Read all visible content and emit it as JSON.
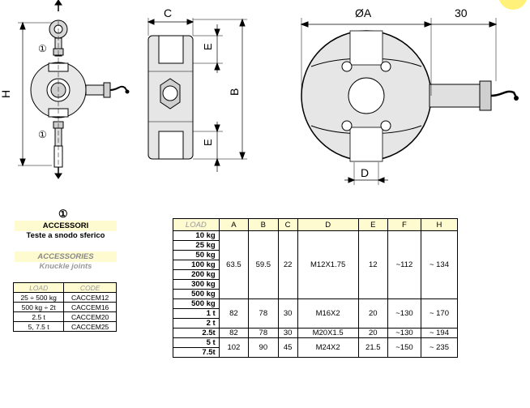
{
  "drawing": {
    "dim_labels": {
      "c": "C",
      "oa": "ØA",
      "thirty": "30",
      "e_top": "E",
      "e_bot": "E",
      "b": "B",
      "h": "H",
      "d": "D"
    },
    "accessory_mark": "①"
  },
  "accessories": {
    "mark": "①",
    "title_it": "ACCESSORI",
    "subtitle_it": "Teste a snodo sferico",
    "title_en": "ACCESSORIES",
    "subtitle_en": "Knuckle joints",
    "headers": {
      "load": "LOAD",
      "code": "CODE"
    },
    "rows": [
      {
        "load": "25 ÷ 500 kg",
        "code": "CACCEM12"
      },
      {
        "load": "500 kg ÷ 2t",
        "code": "CACCEM16"
      },
      {
        "load": "2.5 t",
        "code": "CACCEM20"
      },
      {
        "load": "5, 7.5 t",
        "code": "CACCEM25"
      }
    ]
  },
  "specs": {
    "headers": {
      "load": "LOAD",
      "a": "A",
      "b": "B",
      "c": "C",
      "d": "D",
      "e": "E",
      "f": "F",
      "h": "H"
    },
    "loads": [
      "10 kg",
      "25 kg",
      "50 kg",
      "100 kg",
      "200 kg",
      "300 kg",
      "500 kg",
      "500 kg",
      "1 t",
      "2 t",
      "2.5t",
      "5 t",
      "7.5t"
    ],
    "groups": [
      {
        "a": "63.5",
        "b": "59.5",
        "c": "22",
        "d": "M12X1.75",
        "e": "12",
        "f": "~112",
        "h": "~ 134"
      },
      {
        "a": "82",
        "b": "78",
        "c": "30",
        "d": "M16X2",
        "e": "20",
        "f": "~130",
        "h": "~ 170"
      },
      {
        "a": "82",
        "b": "78",
        "c": "30",
        "d": "M20X1.5",
        "e": "20",
        "f": "~130",
        "h": "~ 194"
      },
      {
        "a": "102",
        "b": "90",
        "c": "45",
        "d": "M24X2",
        "e": "21.5",
        "f": "~150",
        "h": "~ 235"
      }
    ]
  }
}
